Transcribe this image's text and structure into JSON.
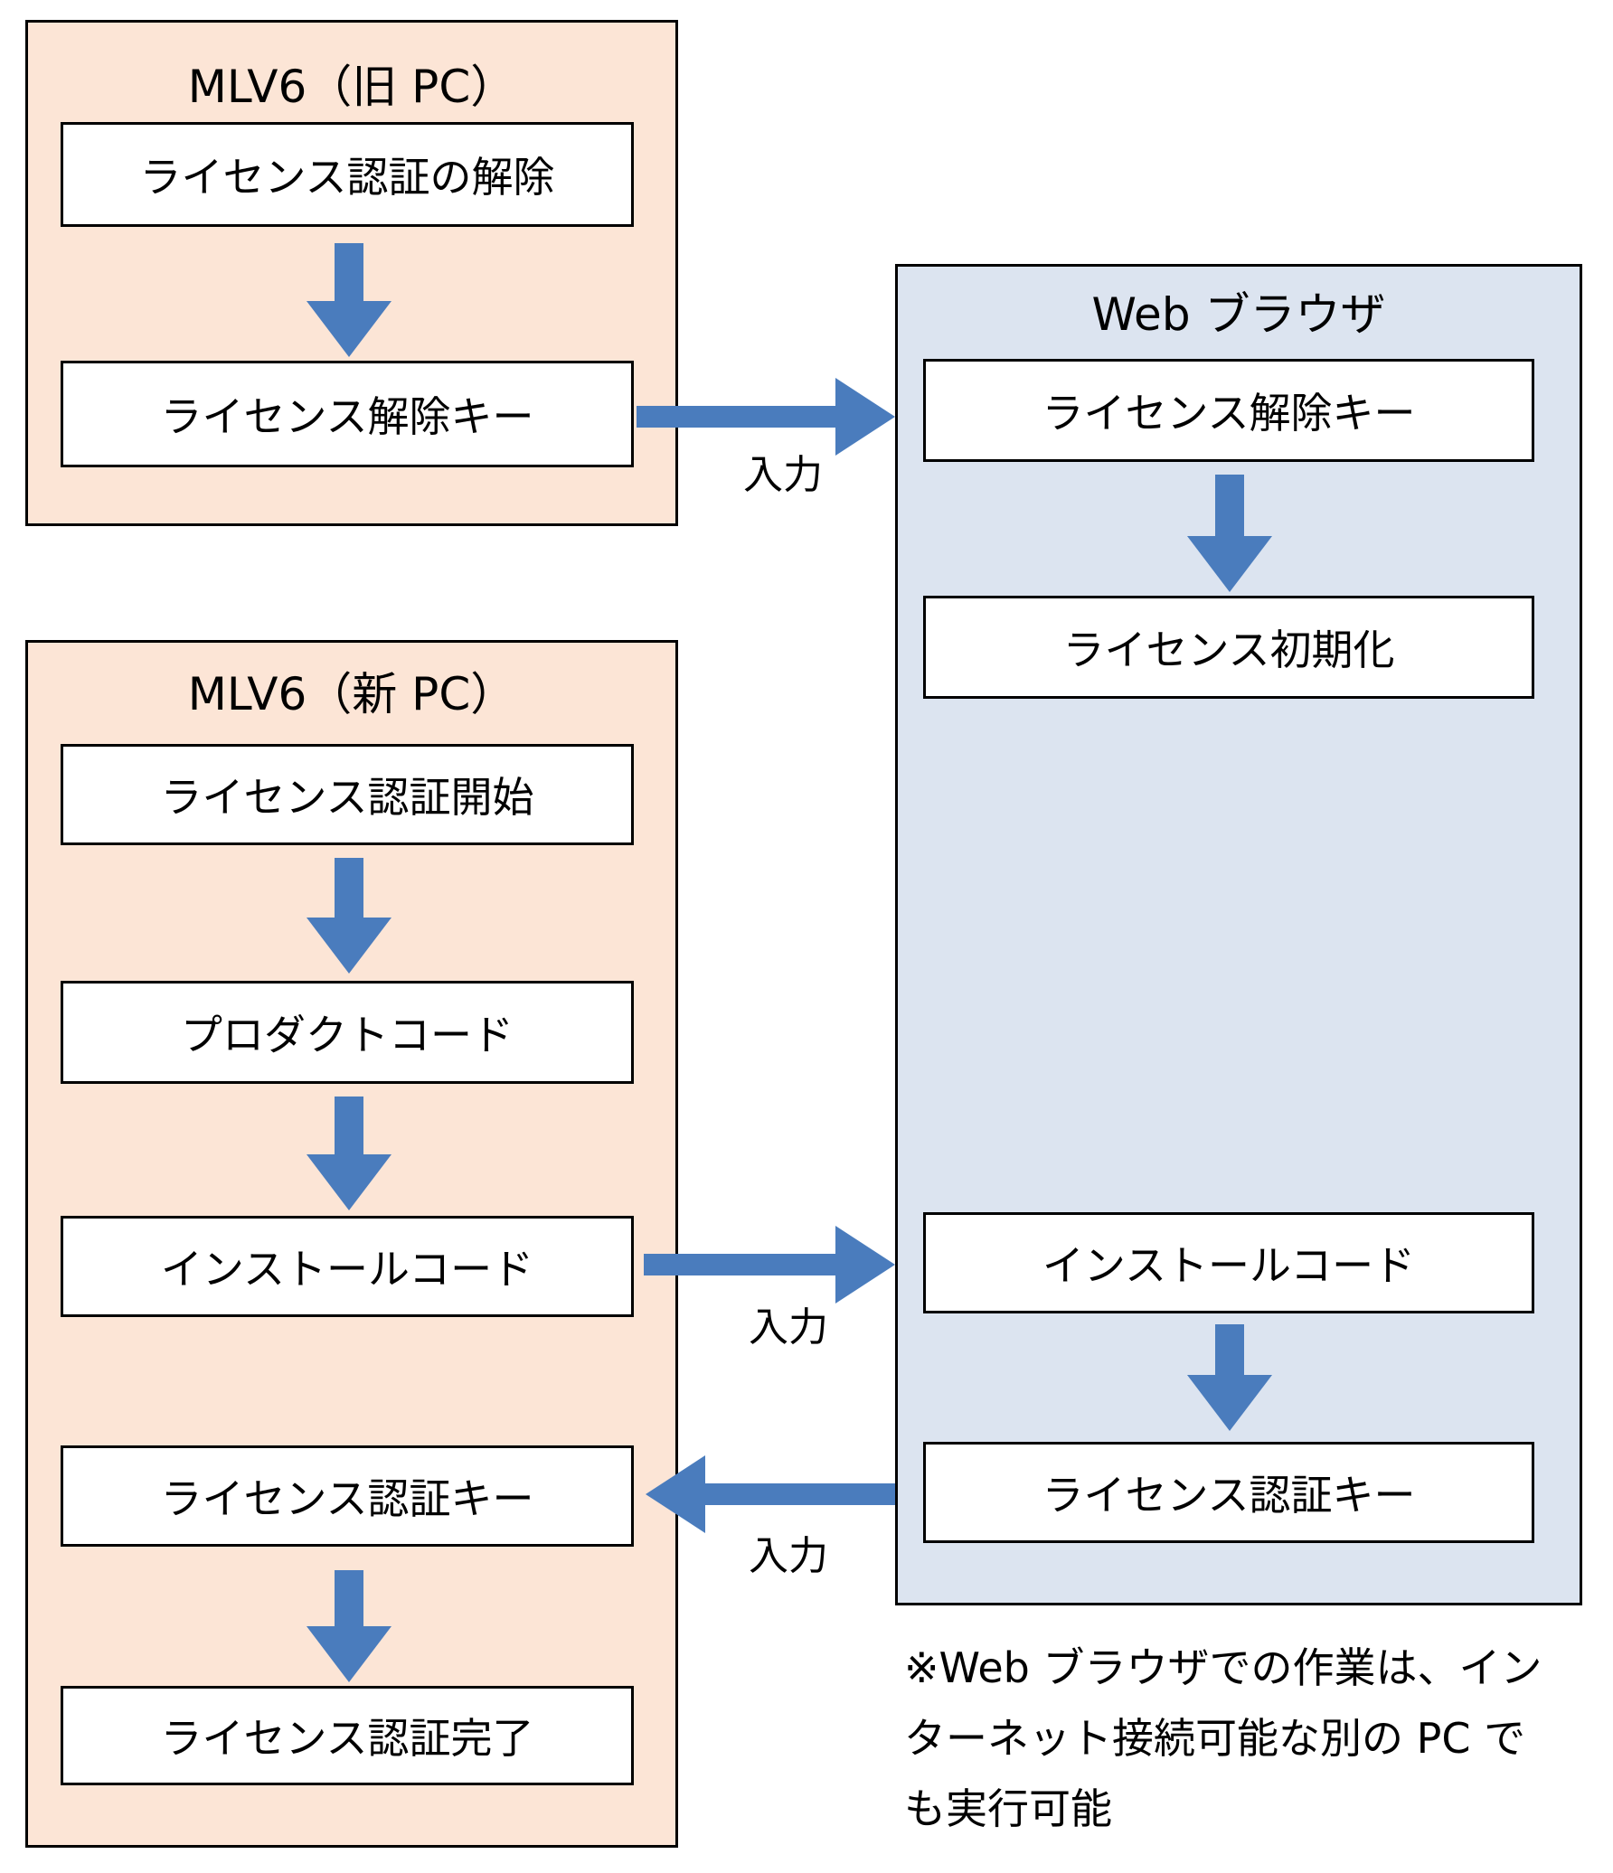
{
  "theme": {
    "arrow_blue": "#4a7cbd",
    "panel_orange": "#fce5d6",
    "panel_blue": "#dce4f0",
    "node_white": "#ffffff",
    "border_black": "#000000"
  },
  "diagram": {
    "type": "flowchart",
    "subject": "MLV6 license transfer between old PC, web browser and new PC"
  },
  "panels": {
    "old_pc": {
      "title": "MLV6（旧 PC）",
      "nodes": [
        {
          "label": "ライセンス認証の解除"
        },
        {
          "label": "ライセンス解除キー"
        }
      ]
    },
    "web_browser": {
      "title": "Web ブラウザ",
      "nodes": [
        {
          "label": "ライセンス解除キー"
        },
        {
          "label": "ライセンス初期化"
        },
        {
          "label": "インストールコード"
        },
        {
          "label": "ライセンス認証キー"
        }
      ]
    },
    "new_pc": {
      "title": "MLV6（新 PC）",
      "nodes": [
        {
          "label": "ライセンス認証開始"
        },
        {
          "label": "プロダクトコード"
        },
        {
          "label": "インストールコード"
        },
        {
          "label": "ライセンス認証キー"
        },
        {
          "label": "ライセンス認証完了"
        }
      ]
    }
  },
  "connectors": {
    "labels": [
      "入力",
      "入力",
      "入力"
    ]
  },
  "note": {
    "lines": [
      "※Web ブラウザでの作業は、イン",
      "ターネット接続可能な別の PC で",
      "も実行可能"
    ]
  }
}
